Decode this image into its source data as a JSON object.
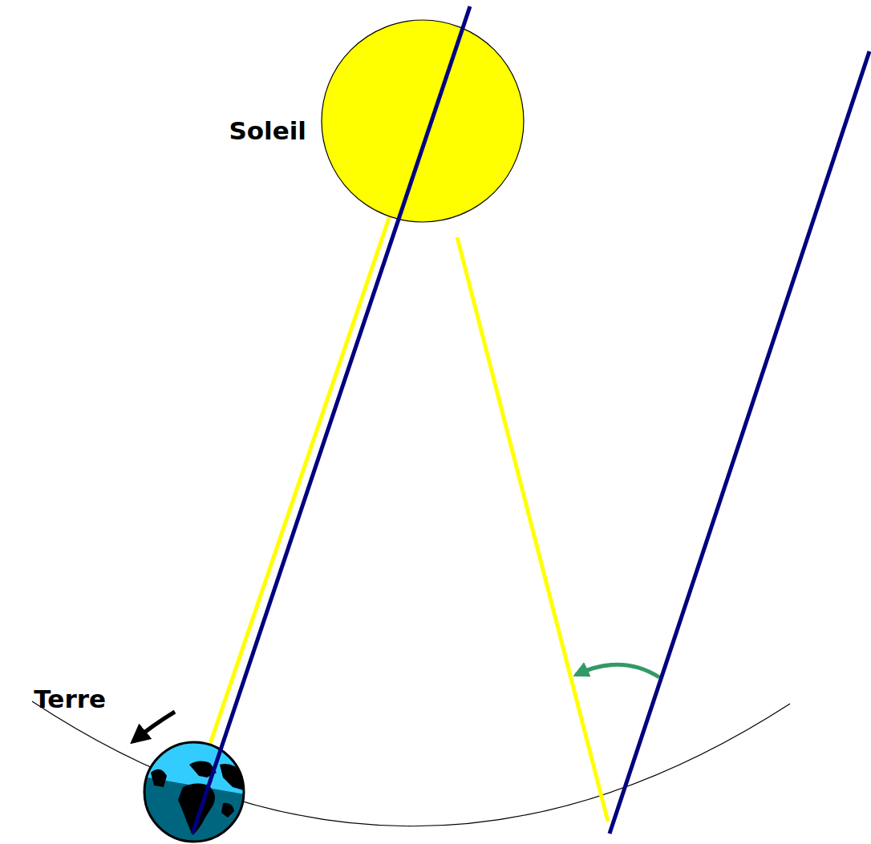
{
  "diagram": {
    "nodes": [
      {
        "text": [
          "Soleil"
        ]
      },
      {
        "text": [
          "Terre"
        ]
      }
    ],
    "edges": [
      {
        "from": 1,
        "to": 0,
        "arrow": "none"
      }
    ]
  }
}
